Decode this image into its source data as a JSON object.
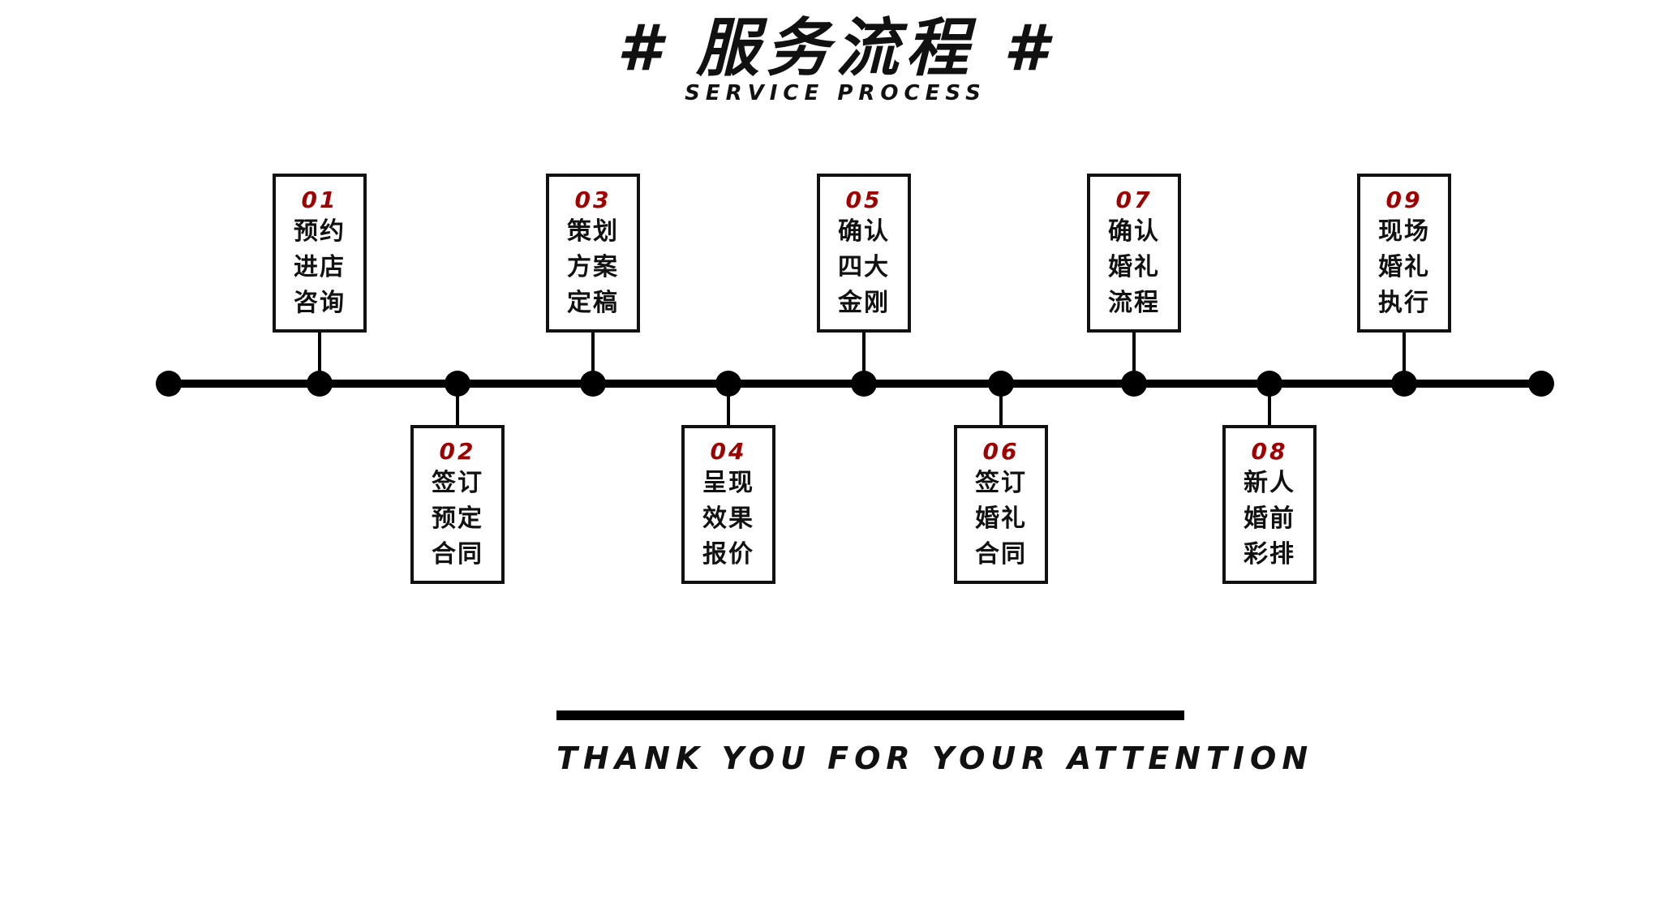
{
  "header": {
    "title": "# 服务流程 #",
    "subtitle": "SERVICE PROCESS"
  },
  "colors": {
    "number": "#a00000",
    "line": "#000000",
    "text": "#111111"
  },
  "steps": [
    {
      "num": "01",
      "lines": [
        "预约",
        "进店",
        "咨询"
      ],
      "side": "top"
    },
    {
      "num": "02",
      "lines": [
        "签订",
        "预定",
        "合同"
      ],
      "side": "bottom"
    },
    {
      "num": "03",
      "lines": [
        "策划",
        "方案",
        "定稿"
      ],
      "side": "top"
    },
    {
      "num": "04",
      "lines": [
        "呈现",
        "效果",
        "报价"
      ],
      "side": "bottom"
    },
    {
      "num": "05",
      "lines": [
        "确认",
        "四大",
        "金刚"
      ],
      "side": "top"
    },
    {
      "num": "06",
      "lines": [
        "签订",
        "婚礼",
        "合同"
      ],
      "side": "bottom"
    },
    {
      "num": "07",
      "lines": [
        "确认",
        "婚礼",
        "流程"
      ],
      "side": "top"
    },
    {
      "num": "08",
      "lines": [
        "新人",
        "婚前",
        "彩排"
      ],
      "side": "bottom"
    },
    {
      "num": "09",
      "lines": [
        "现场",
        "婚礼",
        "执行"
      ],
      "side": "top"
    }
  ],
  "footer": {
    "thanks": "THANK YOU FOR YOUR ATTENTION"
  }
}
